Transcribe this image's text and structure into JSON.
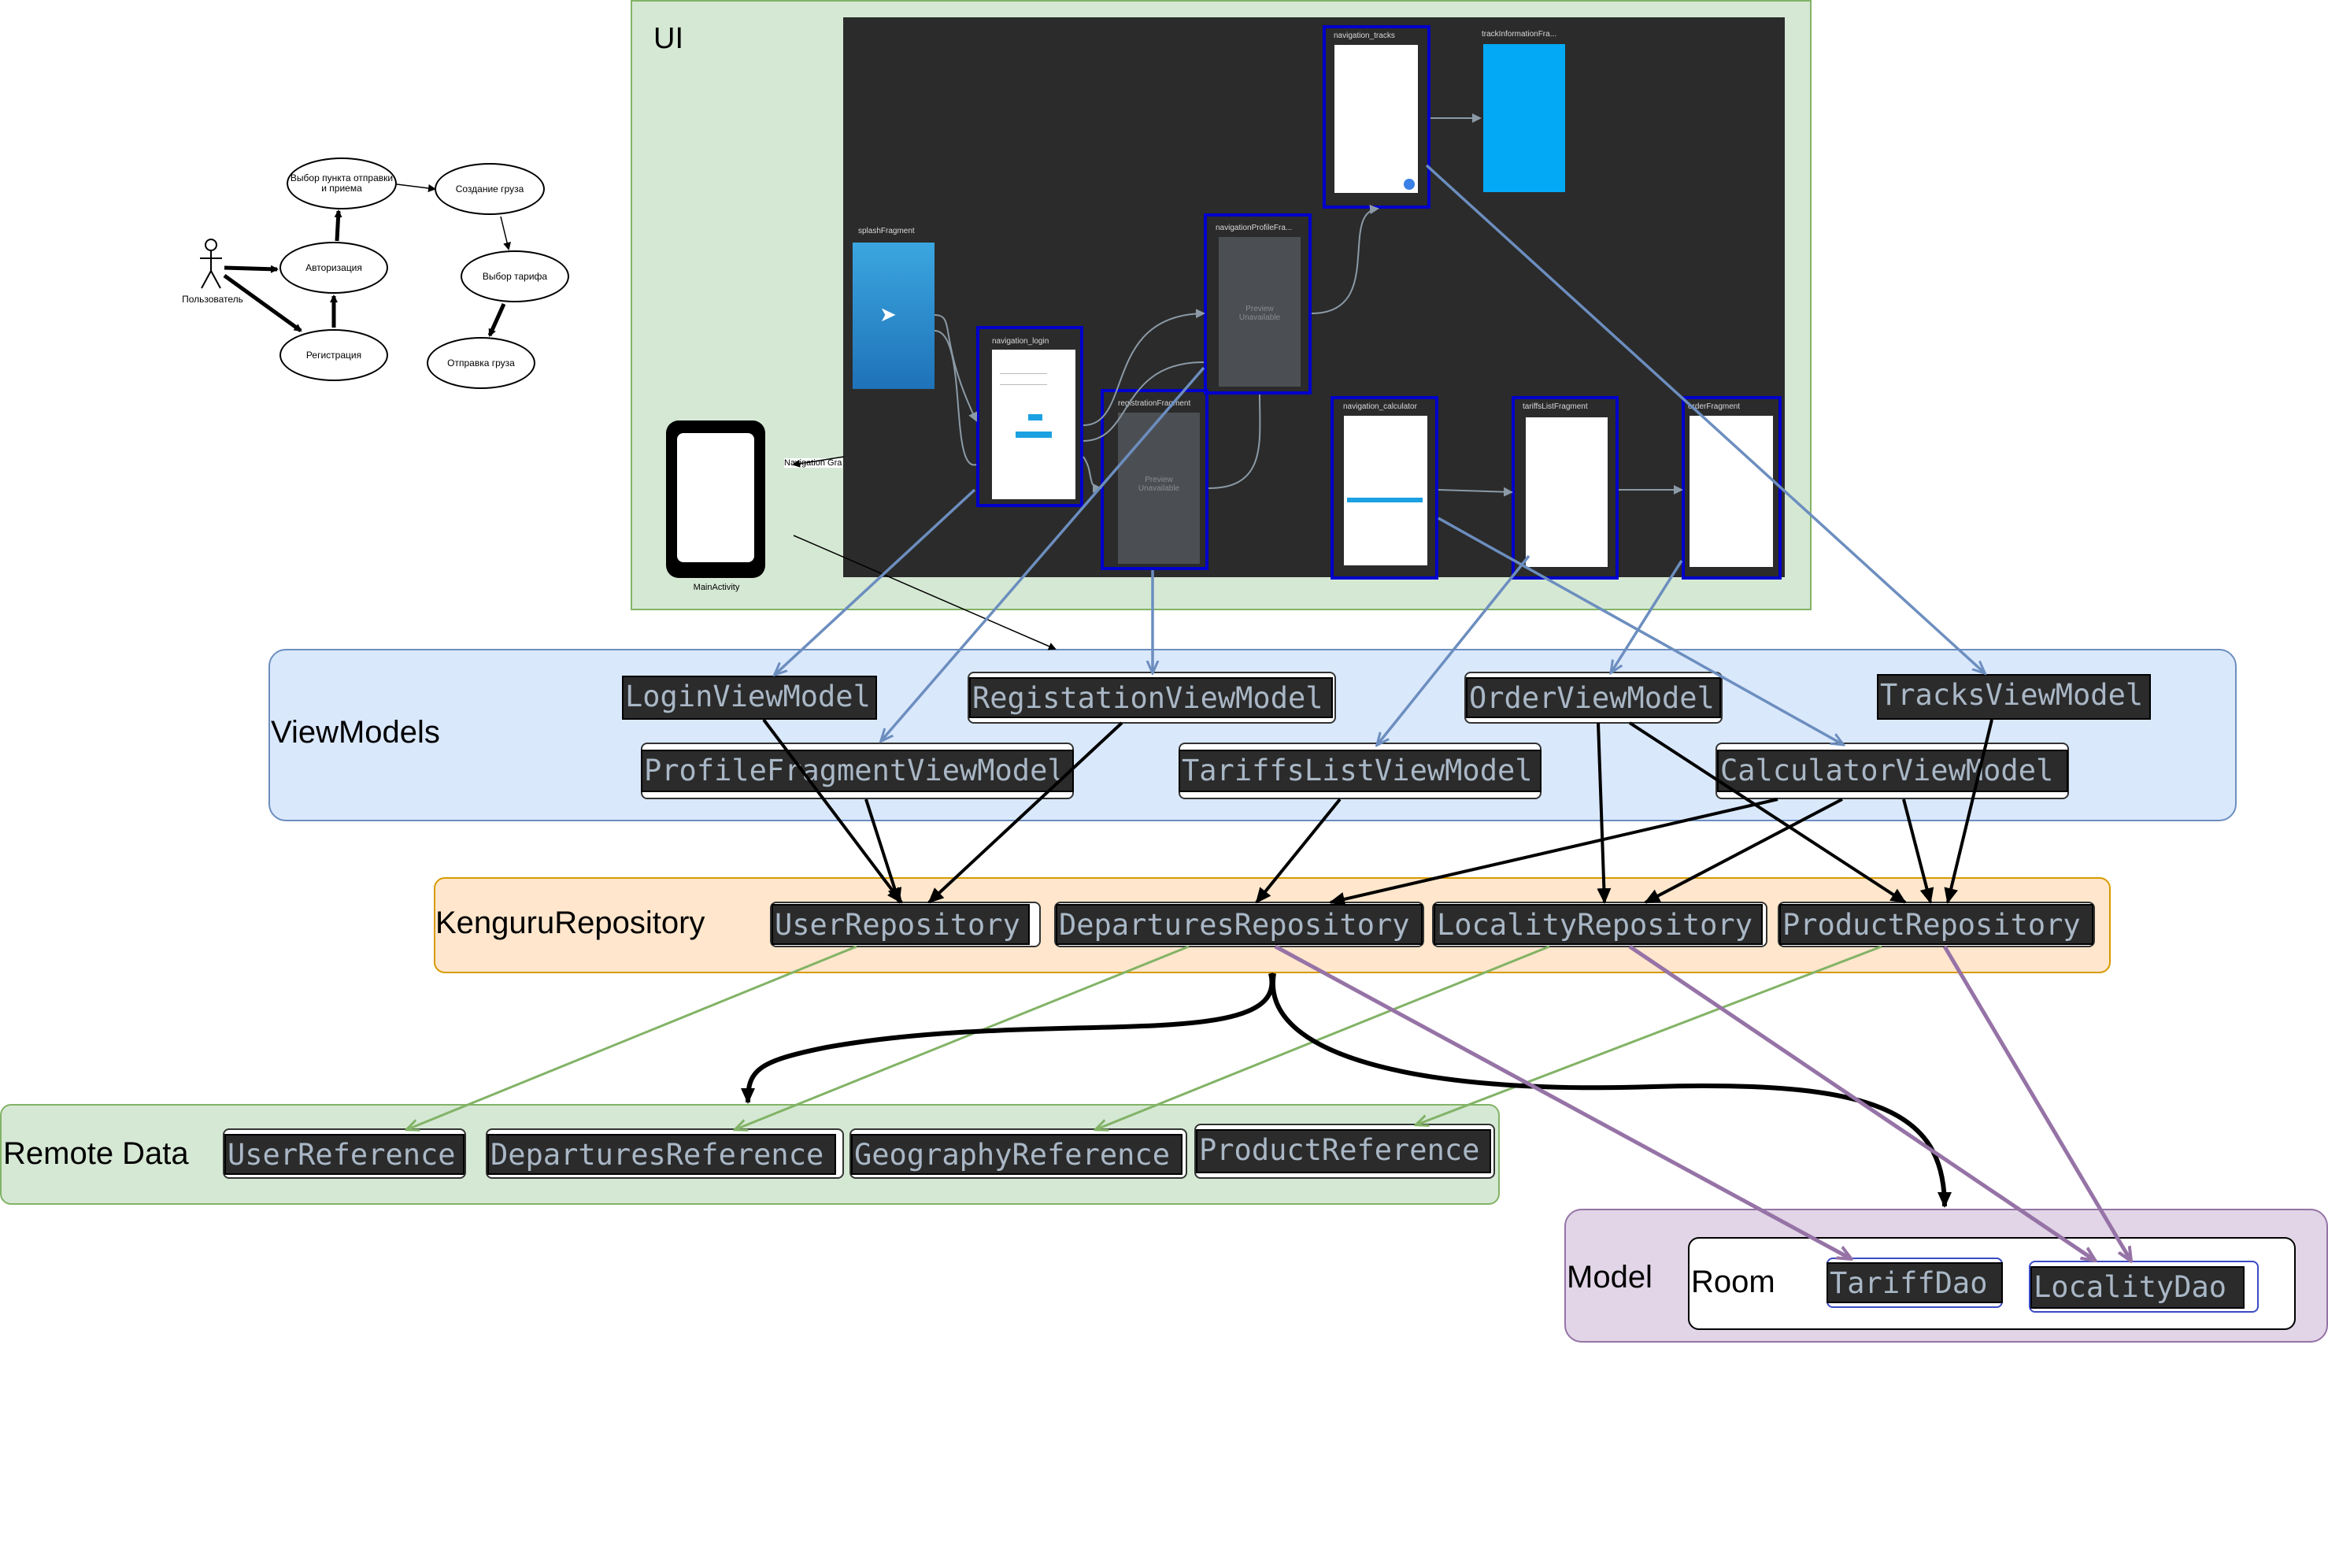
{
  "use_case": {
    "actor": "Пользователь",
    "ovals": {
      "choose_point": "Выбор пункта отправки и приема",
      "create_cargo": "Создание груза",
      "auth": "Авторизация",
      "choose_tariff": "Выбор тарифа",
      "registration": "Регистрация",
      "send_cargo": "Отправка груза"
    }
  },
  "ui": {
    "title": "UI",
    "main_activity": "MainActivity",
    "nav_graph_label": "Navigation Gra",
    "fragments": {
      "splash": "splashFragment",
      "login": "navigation_login",
      "registration": "registrationFragment",
      "profile": "navigationProfileFra...",
      "tracks": "navigation_tracks",
      "track_info": "trackInformationFra...",
      "calculator": "navigation_calculator",
      "tariffs_list": "tariffsListFragment",
      "order": "orderFragment"
    },
    "preview_text": "Preview Unavailable"
  },
  "viewmodels": {
    "title": "ViewModels",
    "items": {
      "login": "LoginViewModel",
      "registration": "RegistationViewModel",
      "order": "OrderViewModel",
      "tracks": "TracksViewModel",
      "profile": "ProfileFragmentViewModel",
      "tariffs": "TariffsListViewModel",
      "calculator": "CalculatorViewModel"
    }
  },
  "repository": {
    "title": "KenguruRepository",
    "items": {
      "user": "UserRepository",
      "departures": "DeparturesRepository",
      "locality": "LocalityRepository",
      "product": "ProductRepository"
    }
  },
  "remote": {
    "title": "Remote Data",
    "items": {
      "user": "UserReference",
      "departures": "DeparturesReference",
      "geography": "GeographyReference",
      "product": "ProductReference"
    }
  },
  "model": {
    "title": "Model",
    "room": "Room",
    "items": {
      "tariff_dao": "TariffDao",
      "locality_dao": "LocalityDao"
    }
  },
  "colors": {
    "ui_bg": "#d5e8d4",
    "ui_border": "#82b366",
    "vm_bg": "#dae8fc",
    "vm_border": "#6c8ebf",
    "repo_bg": "#ffe6cc",
    "repo_border": "#d79b00",
    "remote_bg": "#d5e8d4",
    "remote_border": "#82b366",
    "model_bg": "#e1d5e7",
    "model_border": "#9673a6",
    "blue_arrow": "#6c8ebf",
    "green_arrow": "#82b366",
    "purple_arrow": "#9673a6",
    "black_arrow": "#000000"
  }
}
